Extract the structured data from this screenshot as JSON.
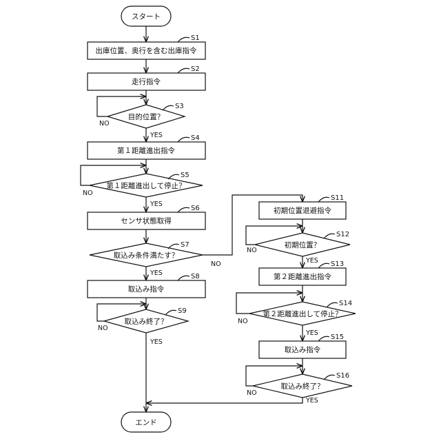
{
  "terminals": {
    "start": "スタート",
    "end": "エンド"
  },
  "steps": {
    "s1": {
      "id": "S1",
      "text": "出庫位置、奥行を含む出庫指令"
    },
    "s2": {
      "id": "S2",
      "text": "走行指令"
    },
    "s3": {
      "id": "S3",
      "text": "目的位置？"
    },
    "s4": {
      "id": "S4",
      "text": "第１距離進出指令"
    },
    "s5": {
      "id": "S5",
      "text": "第１距離進出して停止？"
    },
    "s6": {
      "id": "S6",
      "text": "センサ状態取得"
    },
    "s7": {
      "id": "S7",
      "text": "取込み条件満たす？"
    },
    "s8": {
      "id": "S8",
      "text": "取込み指令"
    },
    "s9": {
      "id": "S9",
      "text": "取込み終了？"
    },
    "s11": {
      "id": "S11",
      "text": "初期位置退避指令"
    },
    "s12": {
      "id": "S12",
      "text": "初期位置？"
    },
    "s13": {
      "id": "S13",
      "text": "第２距離進出指令"
    },
    "s14": {
      "id": "S14",
      "text": "第２距離進出して停止？"
    },
    "s15": {
      "id": "S15",
      "text": "取込み指令"
    },
    "s16": {
      "id": "S16",
      "text": "取込み終了？"
    }
  },
  "branch_labels": {
    "yes": "YES",
    "no": "NO"
  }
}
